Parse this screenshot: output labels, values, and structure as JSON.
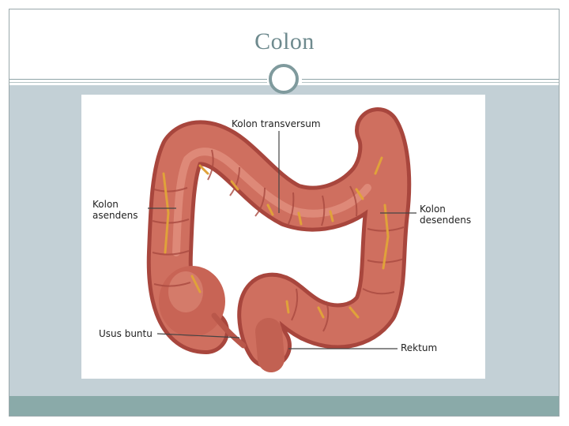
{
  "slide": {
    "title": "Colon"
  },
  "figure": {
    "labels": {
      "transversum": "Kolon transversum",
      "asendens_line1": "Kolon",
      "asendens_line2": "asendens",
      "desendens_line1": "Kolon",
      "desendens_line2": "desendens",
      "usus_buntu": "Usus buntu",
      "rektum": "Rektum"
    }
  },
  "colors": {
    "title_text": "#6e8a8e",
    "content_band": "#c3d0d6",
    "footer_band": "#8aaaa9",
    "divider": "#7f9a9d",
    "colon_fill": "#cf6f5f",
    "colon_shadow": "#a8463d",
    "vessels": "#e0a23a"
  }
}
